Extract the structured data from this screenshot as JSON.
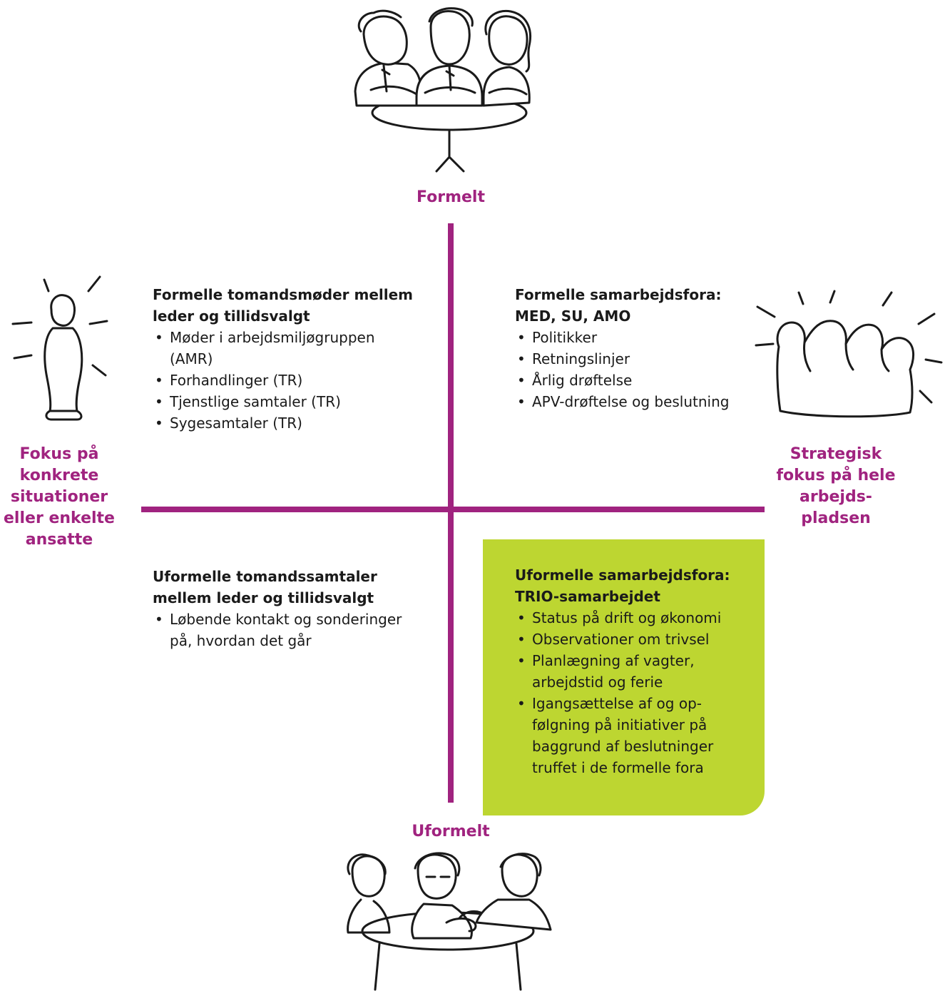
{
  "labels": {
    "top": "Formelt",
    "bottom": "Uformelt",
    "left": [
      "Fokus på",
      "konkrete",
      "situationer",
      "eller enkelte",
      "ansatte"
    ],
    "right": [
      "Strategisk",
      "fokus på hele",
      "arbejds-",
      "pladsen"
    ]
  },
  "quadrants": {
    "top_left": {
      "title": [
        "Formelle tomandsmøder mellem",
        "leder og tillidsvalgt"
      ],
      "items": [
        [
          "Møder i arbejdsmiljøgruppen",
          "(AMR)"
        ],
        [
          "Forhandlinger (TR)"
        ],
        [
          "Tjenstlige samtaler (TR)"
        ],
        [
          "Sygesamtaler (TR)"
        ]
      ]
    },
    "top_right": {
      "title": [
        "Formelle samarbejdsfora:",
        "MED, SU, AMO"
      ],
      "items": [
        [
          "Politikker"
        ],
        [
          "Retningslinjer"
        ],
        [
          "Årlig drøftelse"
        ],
        [
          "APV-drøftelse og beslutning"
        ]
      ]
    },
    "bottom_left": {
      "title": [
        "Uformelle tomandssamtaler",
        "mellem leder og tillidsvalgt"
      ],
      "items": [
        [
          "Løbende kontakt og sonderinger",
          "på, hvordan det går"
        ]
      ]
    },
    "bottom_right": {
      "title": [
        "Uformelle samarbejdsfora:",
        "TRIO-samarbejdet"
      ],
      "items": [
        [
          "Status på drift og økonomi"
        ],
        [
          "Observationer om trivsel"
        ],
        [
          "Planlægning af vagter,",
          "arbejdstid og ferie"
        ],
        [
          "Igangsættelse af og op-",
          "følgning på initiativer på",
          "baggrund af beslutninger",
          "truffet i de formelle fora"
        ]
      ]
    }
  },
  "colors": {
    "accent": "#a0237f",
    "highlight_box": "#bdd631",
    "ink": "#1a1a1a"
  },
  "illustrations": {
    "top": "formal-meeting-people-icon",
    "bottom": "informal-meeting-people-icon",
    "left": "single-person-icon",
    "right": "group-of-people-icon"
  }
}
